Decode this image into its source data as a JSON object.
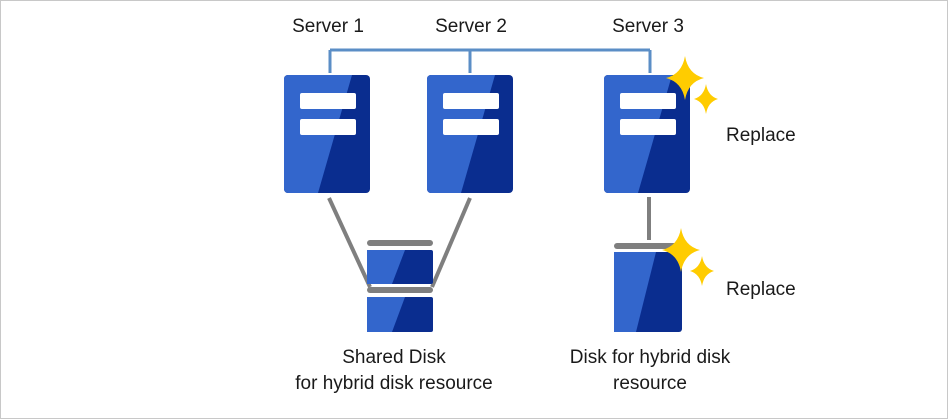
{
  "servers": [
    {
      "name": "Server 1"
    },
    {
      "name": "Server 2"
    },
    {
      "name": "Server 3"
    }
  ],
  "replace_labels": {
    "server": "Replace",
    "disk": "Replace"
  },
  "shared_disk": {
    "line1": "Shared Disk",
    "line2": "for hybrid disk resource"
  },
  "hybrid_disk": {
    "line1": "Disk for hybrid disk",
    "line2": "resource"
  },
  "colors": {
    "server_light": "#3366cc",
    "server_dark": "#0a2d8f",
    "network_line": "#5b8ec6",
    "connector_gray": "#7f7f7f",
    "sparkle": "#ffcc00"
  }
}
